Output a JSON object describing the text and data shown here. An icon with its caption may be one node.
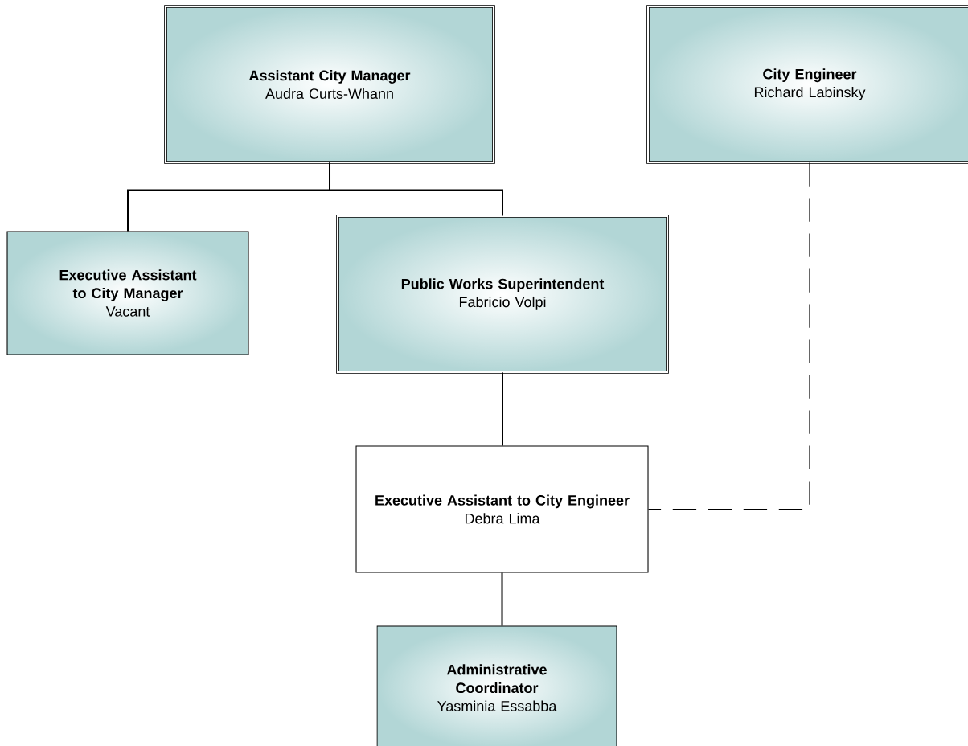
{
  "diagram": {
    "nodes": [
      {
        "text": [
          "Assistant City Manager",
          "Audra Curts-Whann"
        ]
      },
      {
        "text": [
          "City Engineer",
          "Richard Labinsky"
        ]
      },
      {
        "text": [
          "Executive Assistant to City Manager",
          "Vacant"
        ]
      },
      {
        "text": [
          "Public Works Superintendent",
          "Fabricio Volpi"
        ]
      },
      {
        "text": [
          "Executive Assistant to City Engineer",
          "Debra Lima"
        ]
      },
      {
        "text": [
          "Administrative Coordinator",
          "Yasminia Essabba"
        ]
      }
    ],
    "edges": [
      {
        "from": 0,
        "to": 2,
        "arrow": "none"
      },
      {
        "from": 0,
        "to": 3,
        "arrow": "none"
      },
      {
        "from": 3,
        "to": 4,
        "arrow": "none"
      },
      {
        "from": 4,
        "to": 5,
        "arrow": "none"
      },
      {
        "from": 1,
        "to": 4,
        "arrow": "none",
        "style": "dashed"
      }
    ]
  }
}
